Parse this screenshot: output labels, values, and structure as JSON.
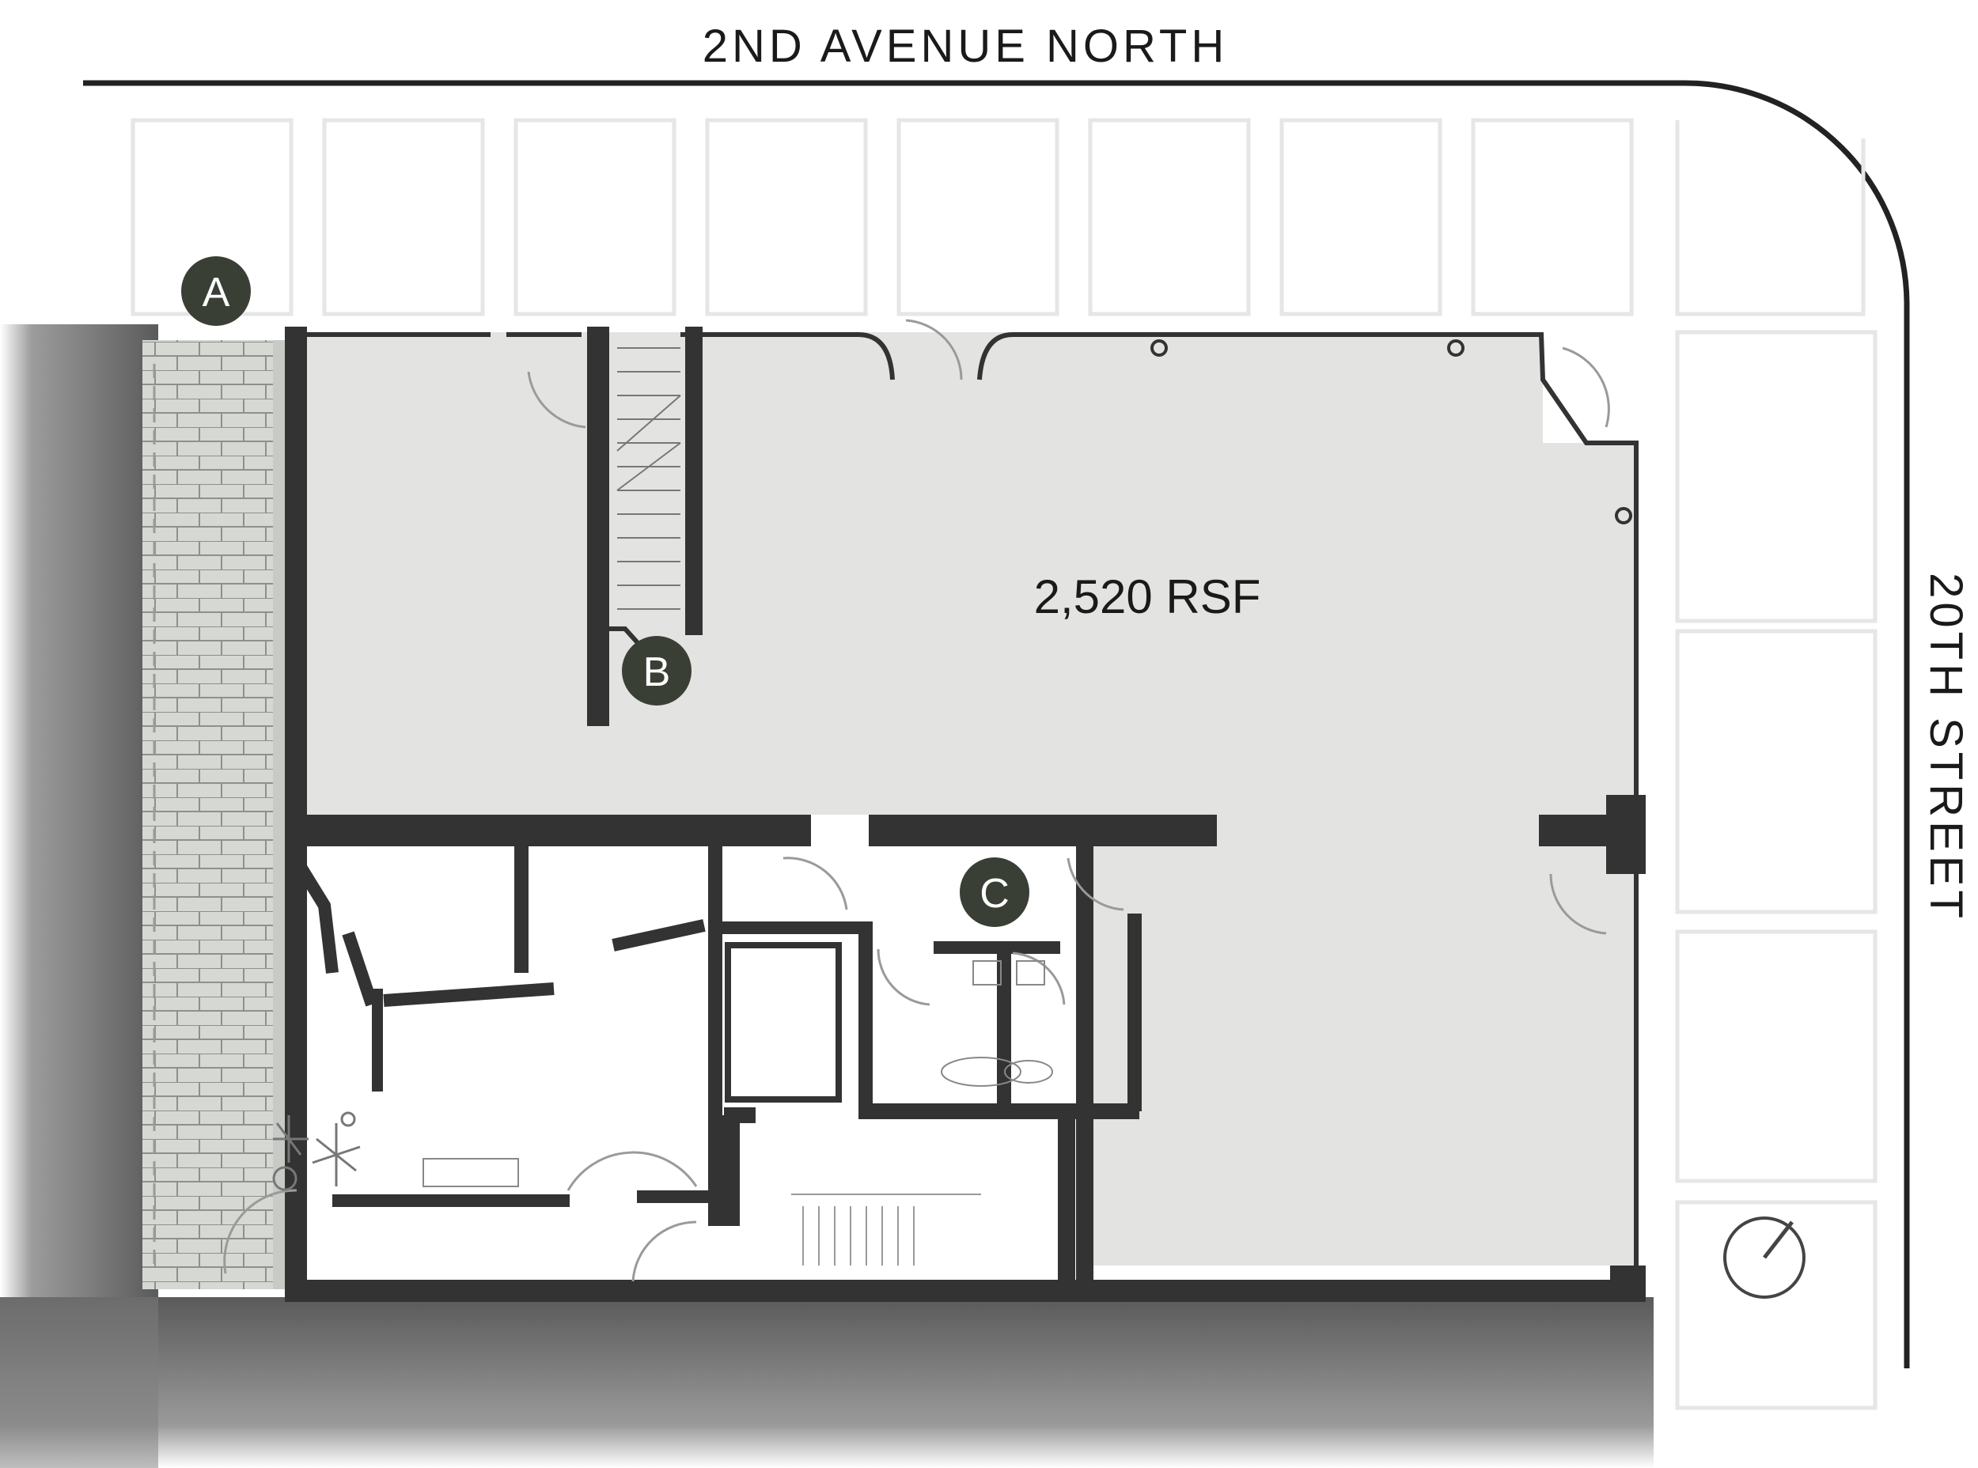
{
  "streets": {
    "north": "2ND AVENUE NORTH",
    "east": "20TH STREET"
  },
  "space": {
    "area_label": "2,520 RSF"
  },
  "markers": [
    {
      "label": "A"
    },
    {
      "label": "B"
    },
    {
      "label": "C"
    }
  ],
  "colors": {
    "suite_fill": "#e3e4e2",
    "wall": "#333333",
    "marker": "#3a3f36",
    "ground_shade": "#8c8c8c",
    "patio": "#d2d4d0"
  },
  "icons": {
    "compass": "north-arrow-icon"
  }
}
